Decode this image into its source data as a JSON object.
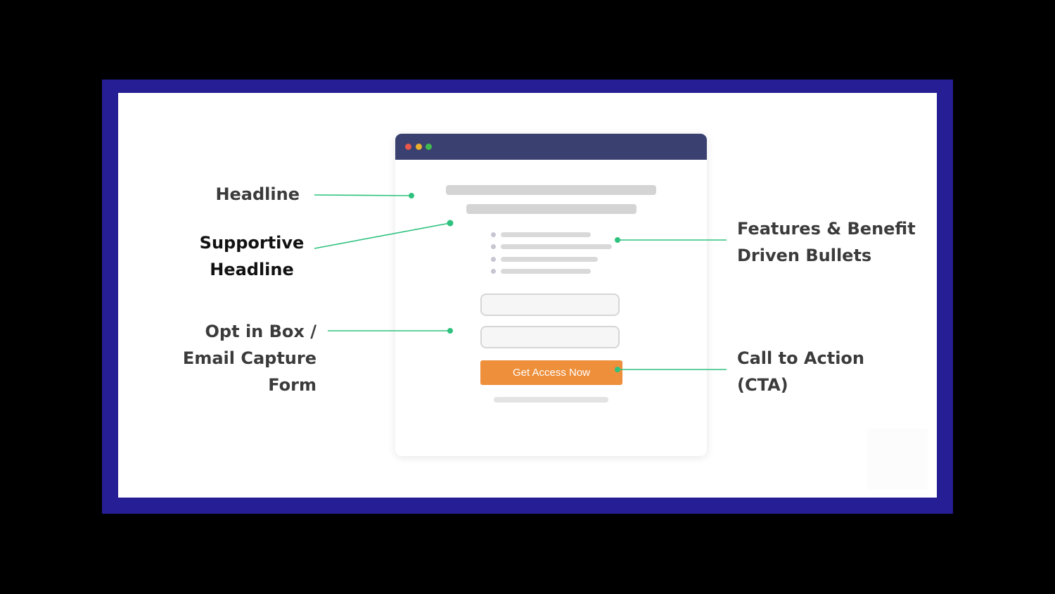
{
  "labels": {
    "headline": "Headline",
    "supportive_line1": "Supportive",
    "supportive_line2": "Headline",
    "optin_line1": "Opt in Box /",
    "optin_line2": "Email Capture",
    "optin_line3": "Form",
    "features_line1": "Features & Benefit",
    "features_line2": "Driven Bullets",
    "cta_line1": "Call to Action",
    "cta_line2": "(CTA)"
  },
  "mockup": {
    "cta_button_label": "Get Access Now"
  },
  "colors": {
    "frame": "#261e94",
    "titlebar": "#3a4170",
    "connector": "#2ec27e",
    "cta": "#ee8f3c"
  }
}
